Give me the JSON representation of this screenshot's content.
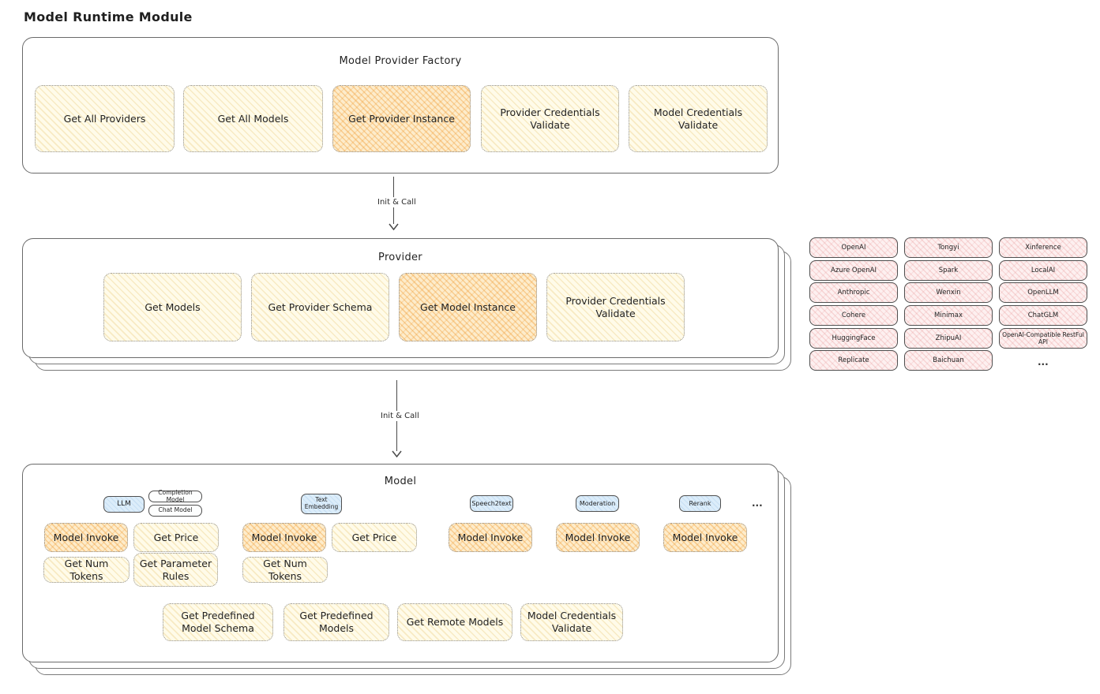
{
  "page_title": "Model Runtime Module",
  "colors": {
    "yellow_fill": "#fffbe9",
    "orange_fill": "#f7d196",
    "pink_fill": "#fdf0f0",
    "blue_fill": "#dcedfa",
    "stroke": "#4a4a4a"
  },
  "factory": {
    "title": "Model Provider Factory",
    "buttons": [
      {
        "label": "Get All Providers",
        "highlighted": false
      },
      {
        "label": "Get All Models",
        "highlighted": false
      },
      {
        "label": "Get Provider Instance",
        "highlighted": true
      },
      {
        "label": "Provider Credentials Validate",
        "highlighted": false
      },
      {
        "label": "Model Credentials Validate",
        "highlighted": false
      }
    ]
  },
  "arrows": {
    "init_call_1": "Init & Call",
    "init_call_2": "Init & Call"
  },
  "provider": {
    "title": "Provider",
    "buttons": [
      {
        "label": "Get Models",
        "highlighted": false
      },
      {
        "label": "Get Provider Schema",
        "highlighted": false
      },
      {
        "label": "Get Model Instance",
        "highlighted": true
      },
      {
        "label": "Provider Credentials Validate",
        "highlighted": false
      }
    ]
  },
  "providers_list": {
    "items": [
      "OpenAI",
      "Tongyi",
      "Xinference",
      "Azure OpenAI",
      "Spark",
      "LocalAI",
      "Anthropic",
      "Wenxin",
      "OpenLLM",
      "Cohere",
      "Minimax",
      "ChatGLM",
      "HuggingFace",
      "ZhipuAI",
      "OpenAI-Compatible RestFul API",
      "Replicate",
      "Baichuan"
    ],
    "more": "..."
  },
  "model": {
    "title": "Model",
    "tabs": [
      {
        "label": "LLM"
      },
      {
        "label": "Completion Model"
      },
      {
        "label": "Chat Model"
      },
      {
        "label": "Text Embedding"
      },
      {
        "label": "Speech2text"
      },
      {
        "label": "Moderation"
      },
      {
        "label": "Rerank"
      }
    ],
    "tabs_more": "...",
    "invoke_buttons": [
      {
        "label": "Model Invoke",
        "highlighted": true
      },
      {
        "label": "Get Price",
        "highlighted": false
      },
      {
        "label": "Model Invoke",
        "highlighted": true
      },
      {
        "label": "Get Price",
        "highlighted": false
      },
      {
        "label": "Model Invoke",
        "highlighted": true
      },
      {
        "label": "Model Invoke",
        "highlighted": true
      },
      {
        "label": "Model Invoke",
        "highlighted": true
      }
    ],
    "token_buttons": [
      {
        "label": "Get Num Tokens"
      },
      {
        "label": "Get Parameter Rules"
      },
      {
        "label": "Get Num Tokens"
      }
    ],
    "bottom_buttons": [
      {
        "label": "Get Predefined Model Schema"
      },
      {
        "label": "Get Predefined Models"
      },
      {
        "label": "Get Remote Models"
      },
      {
        "label": "Model Credentials Validate"
      }
    ]
  }
}
